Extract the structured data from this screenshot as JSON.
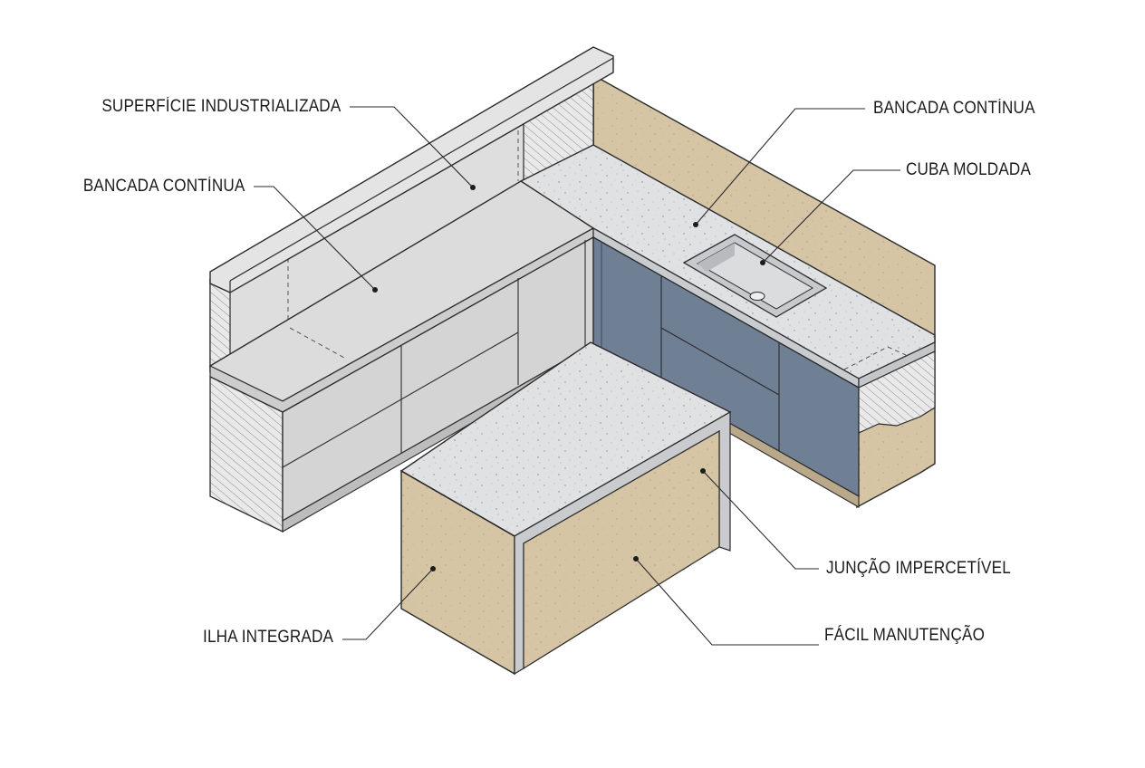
{
  "labels": {
    "superficie": "SUPERFÍCIE INDUSTRIALIZADA",
    "bancada_left": "BANCADA CONTÍNUA",
    "bancada_right": "BANCADA CONTÍNUA",
    "cuba": "CUBA MOLDADA",
    "juncao": "JUNÇÃO IMPERCETÍVEL",
    "ilha": "ILHA INTEGRADA",
    "facil": "FÁCIL MANUTENÇÃO"
  },
  "colors": {
    "countertop": "#d9dcdf",
    "backsplash": "#d6d6d6",
    "wall_beige": "#d6c6a6",
    "cabinet_blue": "#6f7f94",
    "cabinet_grey": "#d2d2d2",
    "line": "#2a2a2a"
  }
}
